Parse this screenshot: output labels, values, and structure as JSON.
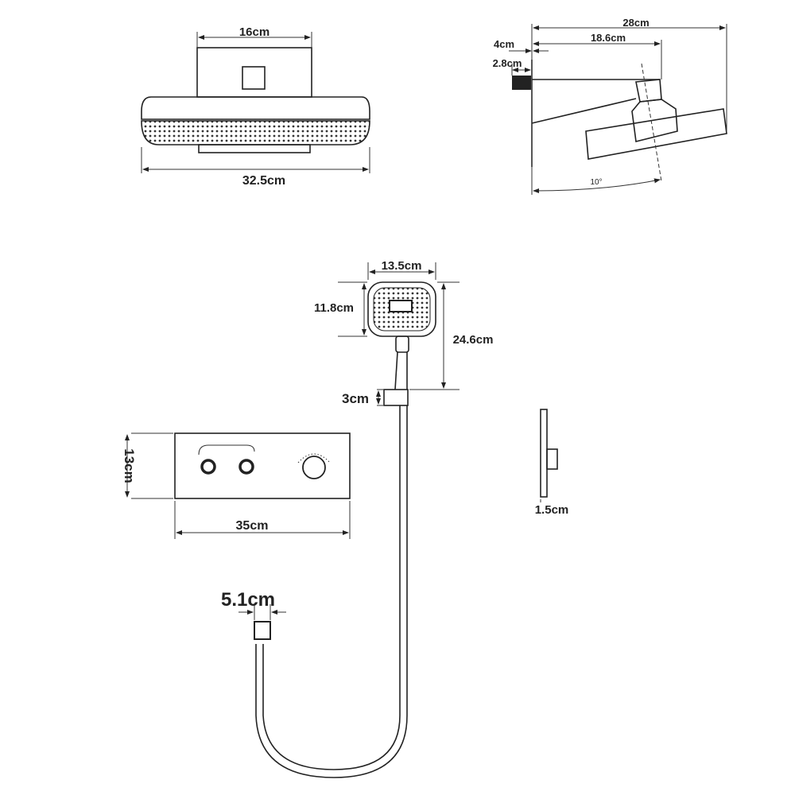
{
  "title": "Shower system dimension drawing",
  "rain_head_front": {
    "top_width": "16cm",
    "total_width": "32.5cm"
  },
  "rain_head_side": {
    "total_depth": "28cm",
    "arm_length": "18.6cm",
    "wall_plate": "4cm",
    "inlet": "2.8cm",
    "tilt_angle": "10°"
  },
  "hand_shower": {
    "head_width": "13.5cm",
    "head_height": "11.8cm",
    "total_length": "24.6cm",
    "holder": "3cm"
  },
  "control_panel": {
    "height": "13cm",
    "width": "35cm",
    "depth": "1.5cm"
  },
  "hose_connector": {
    "size": "5.1cm"
  },
  "colors": {
    "line": "#222222",
    "background": "#ffffff"
  }
}
